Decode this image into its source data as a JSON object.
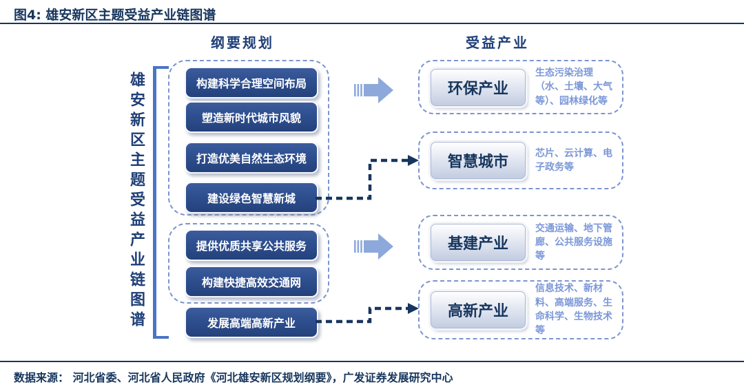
{
  "figure": {
    "title": "图4:  雄安新区主题受益产业链图谱",
    "source": "数据来源： 河北省委、河北省人民政府《河北雄安新区规划纲要》，广发证券发展研究中心"
  },
  "diagram": {
    "left_axis_label": "雄安新区主题受益产业链图谱",
    "column_headers": {
      "planning": "纲要规划",
      "industry": "受益产业"
    },
    "planning": {
      "group1": [
        "构建科学合理空间布局",
        "塑造新时代城市风貌",
        "打造优美自然生态环境",
        "建设绿色智慧新城"
      ],
      "group2": [
        "提供优质共享公共服务",
        "构建快捷高效交通网"
      ],
      "standalone": "发展高端高新产业"
    },
    "industries": [
      {
        "name": "环保产业",
        "desc": "生态污染治理（水、土壤、大气等）、园林绿化等"
      },
      {
        "name": "智慧城市",
        "desc": "芯片、云计算、电子政务等"
      },
      {
        "name": "基建产业",
        "desc": "交通运输、地下管廊、公共服务设施等"
      },
      {
        "name": "高新产业",
        "desc": "信息技术、新材料、高端服务、生命科学、生物技术等"
      }
    ],
    "connections": [
      {
        "from": "group1",
        "to": "环保产业",
        "style": "solid-block-arrow"
      },
      {
        "from": "建设绿色智慧新城",
        "to": "智慧城市",
        "style": "dashed-elbow-arrow"
      },
      {
        "from": "group2",
        "to": "基建产业",
        "style": "solid-block-arrow"
      },
      {
        "from": "发展高端高新产业",
        "to": "高新产业",
        "style": "dashed-elbow-arrow"
      }
    ]
  },
  "colors": {
    "navy_text": "#17365d",
    "dark_button_fill": "#2e4f8f",
    "light_button_text": "#17365d",
    "dashed_border": "#7a94cf",
    "description_text": "#7b97d8",
    "solid_arrow": "#8da9db",
    "bracket": "#4a74c6"
  }
}
